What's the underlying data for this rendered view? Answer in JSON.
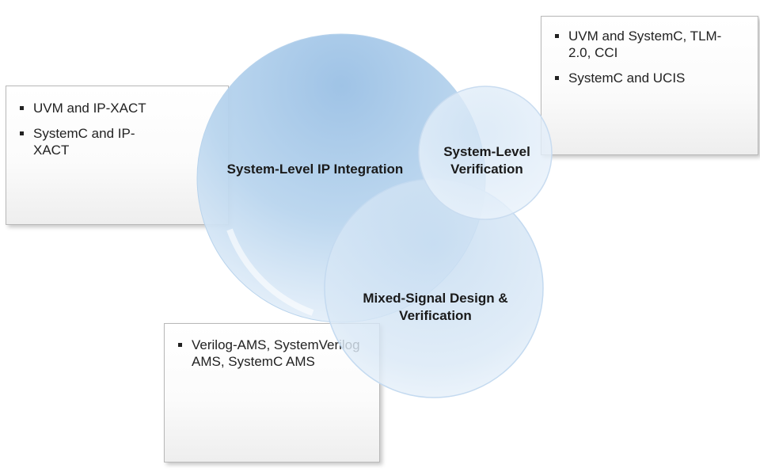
{
  "boxes": {
    "left": {
      "items": [
        "UVM and IP-XACT",
        "SystemC and IP-XACT"
      ]
    },
    "right": {
      "items": [
        "UVM and SystemC, TLM-2.0, CCI",
        "SystemC and UCIS"
      ]
    },
    "bottom": {
      "items": [
        "Verilog-AMS, SystemVerilog AMS, SystemC AMS"
      ]
    }
  },
  "circles": {
    "ip_integration": "System-Level IP Integration",
    "verification": "System-Level Verification",
    "mixed_signal": "Mixed-Signal Design & Verification"
  },
  "colors": {
    "circle_blue": "#9ec4e6",
    "circle_light": "#dbe9f6",
    "box_border": "#b9b9b9"
  }
}
